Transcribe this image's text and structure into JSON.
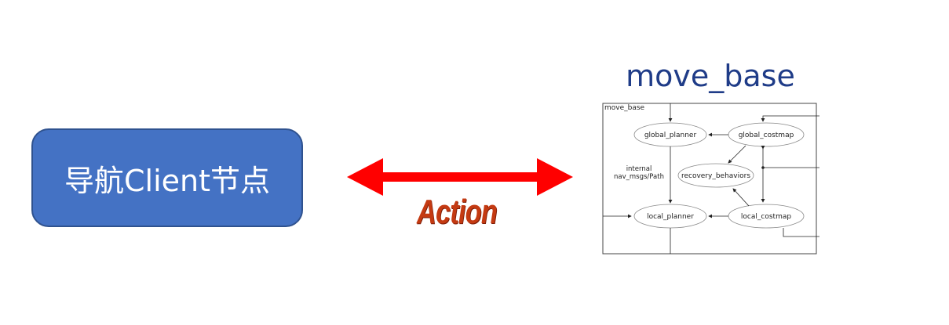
{
  "client_node": {
    "label": "导航Client节点",
    "fill": "#4472c4",
    "border": "#2f528f"
  },
  "action": {
    "label": "Action",
    "arrow_color": "#ff0000"
  },
  "move_base": {
    "title": "move_base",
    "title_color": "#1f3c88",
    "frame_label": "move_base",
    "nodes": {
      "global_planner": "global_planner",
      "global_costmap": "global_costmap",
      "recovery_behaviors": "recovery_behaviors",
      "local_planner": "local_planner",
      "local_costmap": "local_costmap"
    },
    "edge_label_line1": "internal",
    "edge_label_line2": "nav_msgs/Path"
  }
}
